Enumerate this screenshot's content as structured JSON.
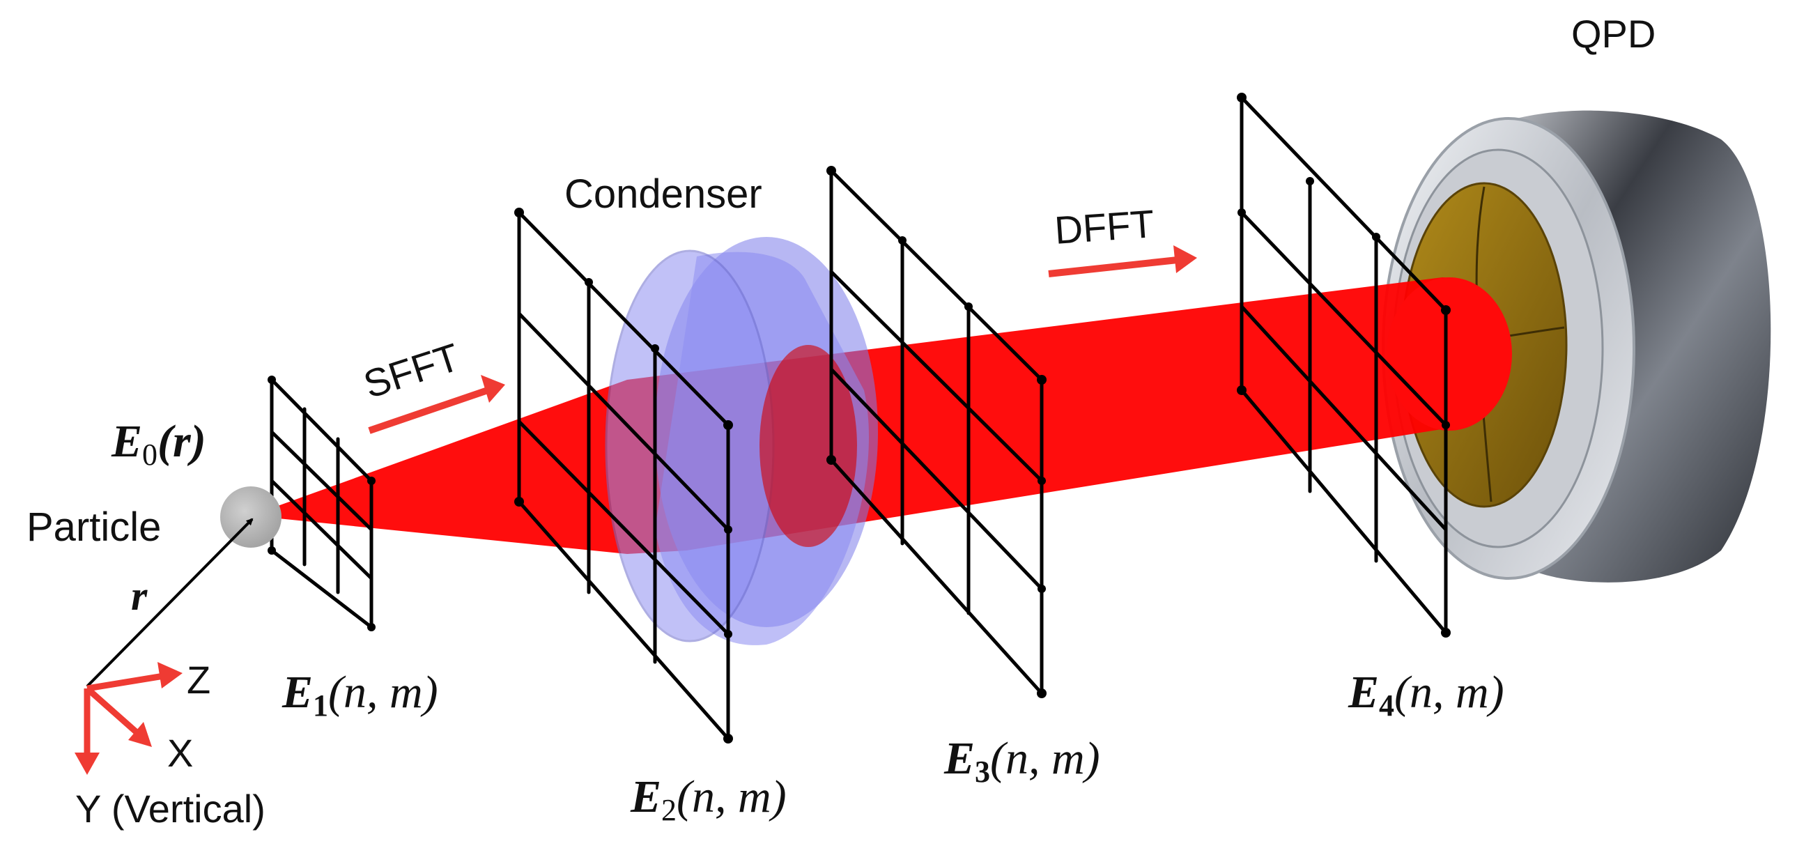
{
  "labels": {
    "qpd": "QPD",
    "condenser": "Condenser",
    "dfft": "DFFT",
    "sfft": "SFFT",
    "particle": "Particle",
    "r": "r",
    "axis_z": "Z",
    "axis_x": "X",
    "axis_y": "Y (Vertical)"
  },
  "fields": {
    "e0": {
      "sym": "E",
      "sub": "0",
      "arg": "(r)"
    },
    "e1": {
      "sym": "E",
      "sub": "1",
      "arg": "(n, m)"
    },
    "e2": {
      "sym": "E",
      "sub": "2",
      "arg": "(n, m)"
    },
    "e3": {
      "sym": "E",
      "sub": "3",
      "arg": "(n, m)"
    },
    "e4": {
      "sym": "E",
      "sub": "4",
      "arg": "(n, m)"
    }
  },
  "colors": {
    "beam": "#ff0000",
    "arrow": "#ef3b33",
    "lens": "#8f8ff0",
    "detector_face": "#9a7310",
    "detector_body": "#5a5e66",
    "particle": "#b8b8b8",
    "grid": "#000000"
  }
}
